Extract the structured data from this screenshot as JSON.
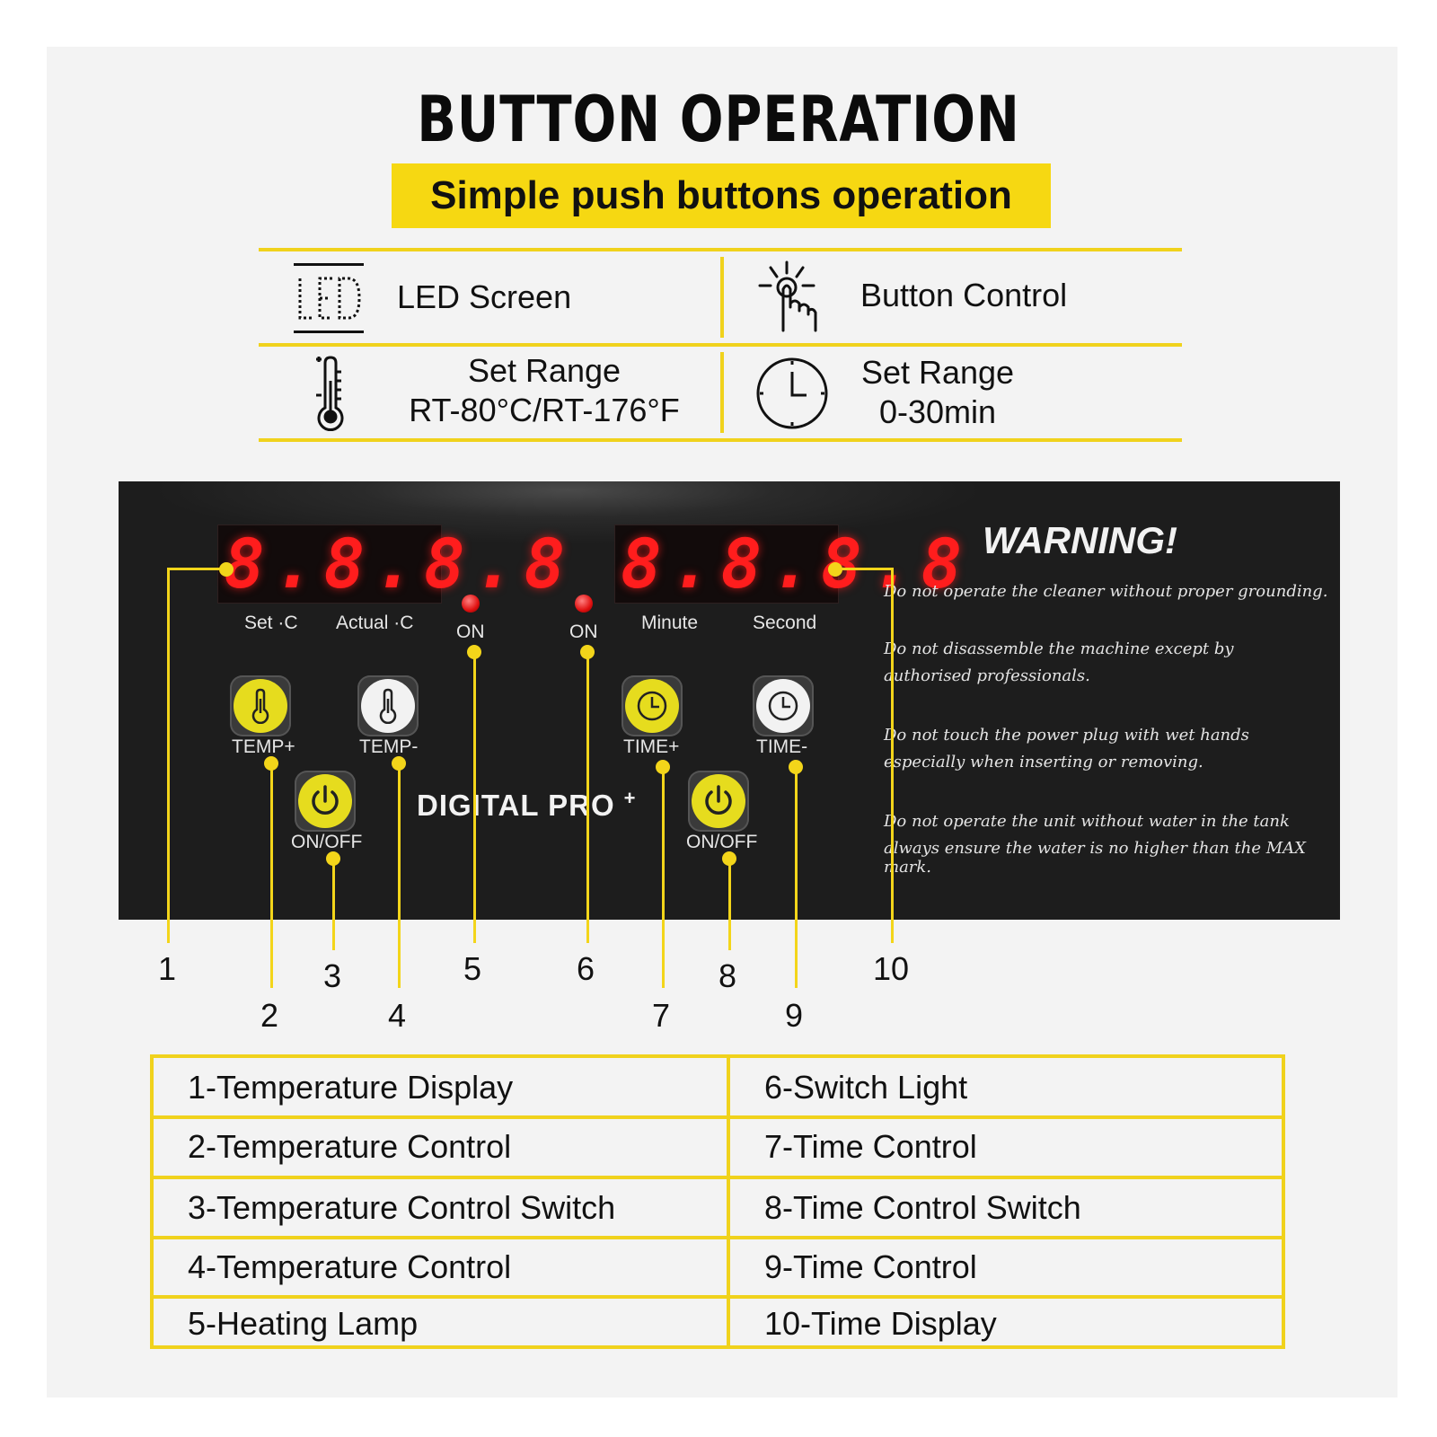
{
  "header": {
    "title": "BUTTON OPERATION",
    "subtitle": "Simple push buttons operation"
  },
  "features": {
    "led_screen": {
      "icon": "led-screen-icon",
      "label": "LED Screen"
    },
    "button_control": {
      "icon": "hand-press-icon",
      "label": "Button Control"
    },
    "temp_range": {
      "icon": "thermometer-icon",
      "line1": "Set Range",
      "line2": "RT-80°C/RT-176°F"
    },
    "time_range": {
      "icon": "clock-icon",
      "line1": "Set Range",
      "line2": "0-30min"
    }
  },
  "panel": {
    "temp_display": "8.8.8.8",
    "time_display": "8.8.8.8",
    "label_set": "Set ·C",
    "label_actual": "Actual ·C",
    "label_on_1": "ON",
    "label_on_2": "ON",
    "label_minute": "Minute",
    "label_second": "Second",
    "temp_plus": "TEMP+",
    "temp_minus": "TEMP-",
    "onoff_1": "ON/OFF",
    "time_plus": "TIME+",
    "time_minus": "TIME-",
    "onoff_2": "ON/OFF",
    "brand": "DIGITAL PRO",
    "brand_plus": "+",
    "warning_title": "WARNING!",
    "warnings": [
      "Do not operate the cleaner without proper grounding.",
      "Do not disassemble the machine except by",
      "authorised professionals.",
      "Do not touch the power plug with wet hands",
      "especially when inserting or removing.",
      "Do not operate the unit without water in the tank",
      "always ensure the water is no higher than the MAX mark."
    ],
    "accent": "#f3d51a",
    "led_color": "#ff1d1d"
  },
  "callouts": [
    "1",
    "2",
    "3",
    "4",
    "5",
    "6",
    "7",
    "8",
    "9",
    "10"
  ],
  "legend": {
    "left": [
      "1-Temperature Display",
      "2-Temperature Control",
      "3-Temperature Control Switch",
      "4-Temperature Control",
      "5-Heating Lamp"
    ],
    "right": [
      "6-Switch Light",
      "7-Time Control",
      "8-Time Control Switch",
      "9-Time Control",
      "10-Time Display"
    ]
  }
}
